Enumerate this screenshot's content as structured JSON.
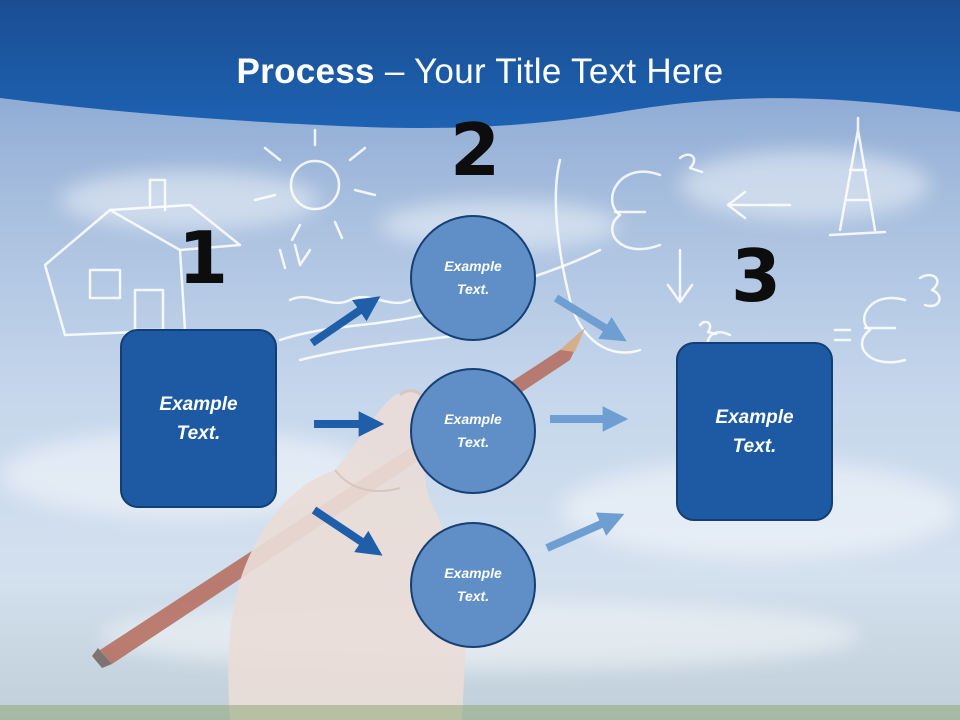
{
  "slide": {
    "title_bold": "Process",
    "title_rest": " – Your Title Text Here"
  },
  "steps": {
    "one": "1",
    "two": "2",
    "three": "3"
  },
  "boxes": {
    "left": "Example Text.",
    "right": "Example Text."
  },
  "circles": [
    "Example Text.",
    "Example Text.",
    "Example Text."
  ],
  "colors": {
    "header": "#1a58a5",
    "box_fill": "#1e5aa3",
    "circle_fill": "#5f8fc6",
    "arrow_dark": "#1f5ea8",
    "arrow_light": "#6f9fd2"
  }
}
